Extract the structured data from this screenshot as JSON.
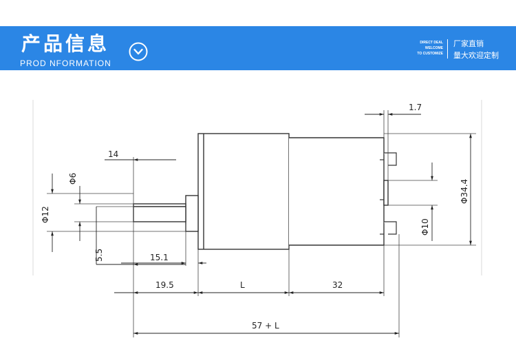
{
  "header": {
    "title_cn": "产品信息",
    "title_en": "PROD NFORMATION",
    "slogan_en": [
      "DIRECT DEAL",
      "WELCOME",
      "TO CUSTOMIZE"
    ],
    "slogan_cn": [
      "厂家直销",
      "量大欢迎定制"
    ],
    "bg_color": "#2b86e5",
    "icon": "chevron-down-circle-icon"
  },
  "drawing": {
    "dims": {
      "d6": "Φ6",
      "d12": "Φ12",
      "len14": "14",
      "len5_5": "5.5",
      "len15_1": "15.1",
      "len19_5": "19.5",
      "lenL": "L",
      "len32": "32",
      "total": "57 + L",
      "t1_7": "1.7",
      "d34_4": "Φ34.4",
      "d10": "Φ10"
    }
  }
}
